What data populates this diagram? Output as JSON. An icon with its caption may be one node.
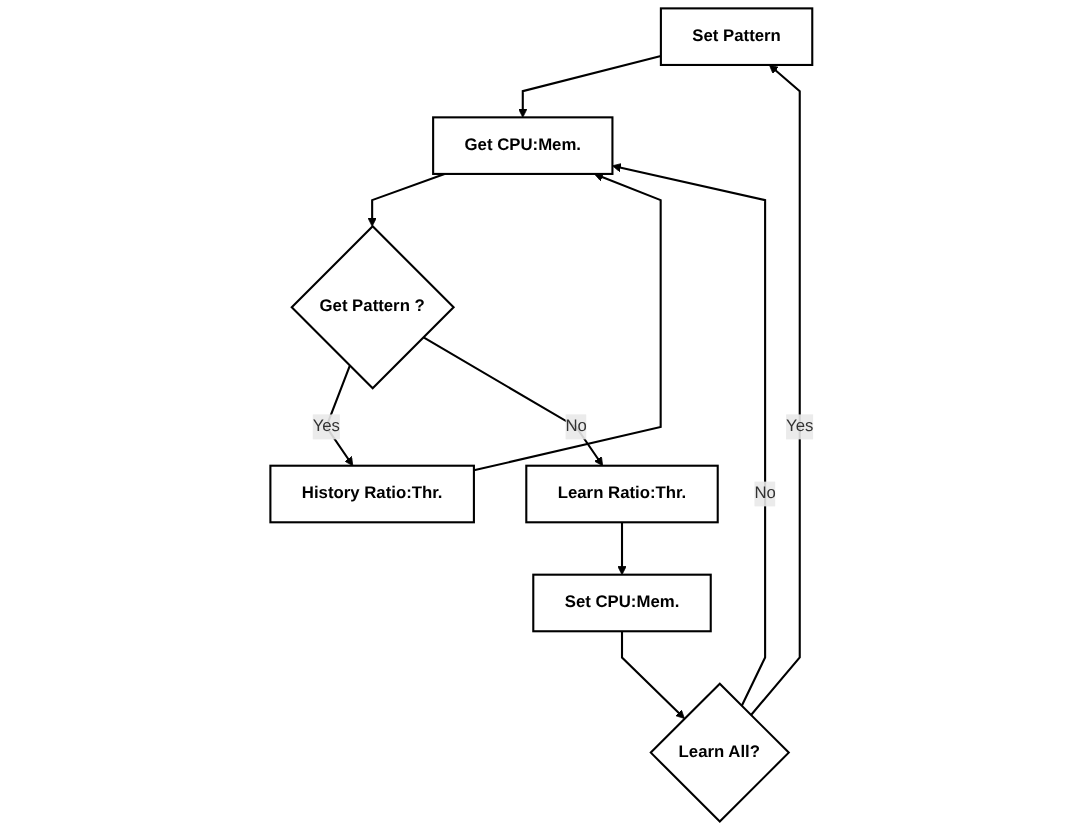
{
  "diagram": {
    "nodes": [
      {
        "text": [
          "Set Pattern"
        ]
      },
      {
        "text": [
          "Get CPU:Mem."
        ]
      },
      {
        "text": [
          "Learn All?"
        ]
      },
      {
        "text": [
          "Get Pattern ?"
        ]
      },
      {
        "text": [
          "History Ratio:Thr."
        ]
      },
      {
        "text": [
          "Set CPU:Mem."
        ]
      },
      {
        "text": [
          "Learn Ratio:Thr."
        ]
      }
    ],
    "edges": [
      {
        "from": 0,
        "to": 1,
        "arrow": "to"
      },
      {
        "from": 2,
        "to": 0,
        "arrow": "to",
        "label": "Yes"
      },
      {
        "from": 2,
        "to": 1,
        "arrow": "to",
        "label": "No"
      },
      {
        "from": 1,
        "to": 3,
        "arrow": "to"
      },
      {
        "from": 3,
        "to": 4,
        "arrow": "to",
        "label": "Yes"
      },
      {
        "from": 4,
        "to": 1,
        "arrow": "to"
      },
      {
        "from": 3,
        "to": 6,
        "arrow": "to",
        "label": "No"
      },
      {
        "from": 6,
        "to": 5,
        "arrow": "to"
      },
      {
        "from": 5,
        "to": 2,
        "arrow": "to"
      }
    ]
  }
}
